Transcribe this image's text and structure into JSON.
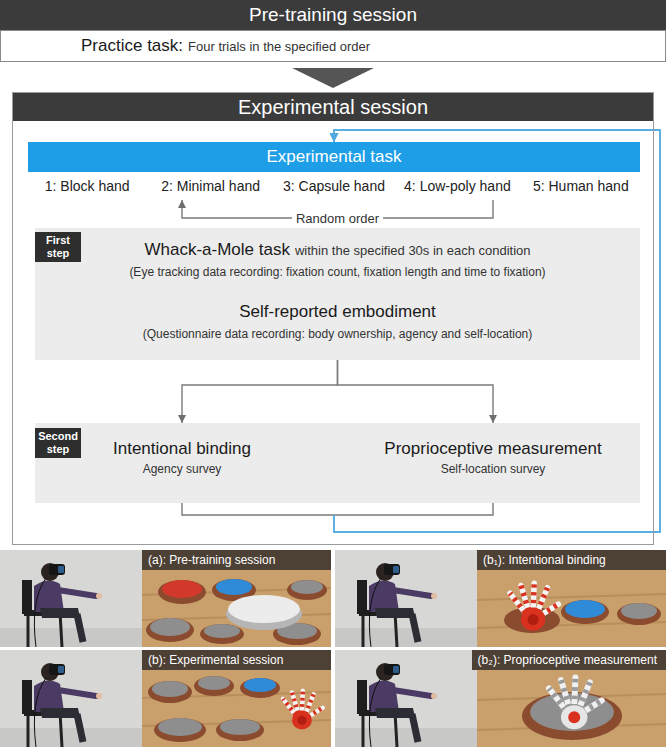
{
  "diagram": {
    "nodes": [
      {
        "text": [
          "Pre-training session",
          "Practice task:",
          "Four trials in the specified order"
        ]
      },
      {
        "text": [
          "Experimental session"
        ]
      },
      {
        "text": [
          "Experimental task",
          "1: Block hand",
          "2: Minimal hand",
          "3: Capsule hand",
          "4: Low-poly hand",
          "5: Human hand"
        ],
        "in": 1
      },
      {
        "text": [
          "First step",
          "Whack-a-Mole task",
          "within the specified 30s in each condition",
          "(Eye tracking data recording: fixation count, fixation length and time to fixation)",
          "Self-reported embodiment",
          "(Questionnaire data recording: body ownership, agency and self-location)"
        ],
        "in": 1
      },
      {
        "text": [
          "Second step"
        ],
        "in": 1
      },
      {
        "text": [
          "Intentional binding",
          "Agency survey"
        ],
        "in": 4
      },
      {
        "text": [
          "Proprioceptive measurement",
          "Self-location survey"
        ],
        "in": 4
      }
    ],
    "edges": [
      {
        "from": 0,
        "to": 1,
        "arrow": "to"
      },
      {
        "from": 2,
        "to": 2,
        "label": "Random order",
        "arrow": "to"
      },
      {
        "from": 3,
        "to": 5,
        "arrow": "to"
      },
      {
        "from": 3,
        "to": 6,
        "arrow": "to"
      },
      {
        "from": 5,
        "to": 2,
        "arrow": "to"
      },
      {
        "from": 6,
        "to": 2,
        "arrow": "to"
      }
    ],
    "labels": [
      "(a): Pre-training session",
      "(b₁): Intentional binding",
      "(b): Experimental session",
      "(b₂): Proprioceptive measurement"
    ]
  }
}
